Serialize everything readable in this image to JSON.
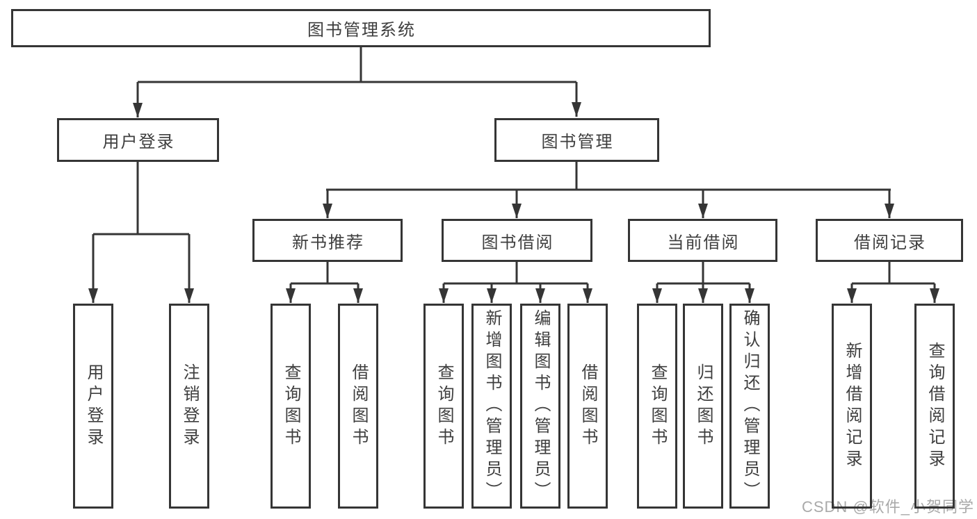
{
  "diagram_type": "tree",
  "tree": {
    "root": {
      "label": "图书管理系统",
      "children": [
        {
          "label": "用户登录",
          "children": [
            {
              "label": "用户登录"
            },
            {
              "label": "注销登录"
            }
          ]
        },
        {
          "label": "图书管理",
          "children": [
            {
              "label": "新书推荐",
              "children": [
                {
                  "label": "查询图书"
                },
                {
                  "label": "借阅图书"
                }
              ]
            },
            {
              "label": "图书借阅",
              "children": [
                {
                  "label": "查询图书"
                },
                {
                  "label": "新增图书（管理员）"
                },
                {
                  "label": "编辑图书（管理员）"
                },
                {
                  "label": "借阅图书"
                }
              ]
            },
            {
              "label": "当前借阅",
              "children": [
                {
                  "label": "查询图书"
                },
                {
                  "label": "归还图书"
                },
                {
                  "label": "确认归还（管理员）"
                }
              ]
            },
            {
              "label": "借阅记录",
              "children": [
                {
                  "label": "新增借阅记录"
                },
                {
                  "label": "查询借阅记录"
                }
              ]
            }
          ]
        }
      ]
    }
  },
  "watermark": {
    "text": "CSDN @软件_小贺同学"
  },
  "colors": {
    "line": "#353535",
    "box_border": "#353535",
    "text": "#3e3e3e",
    "watermark": "#a9a9a9",
    "background": "#ffffff"
  }
}
